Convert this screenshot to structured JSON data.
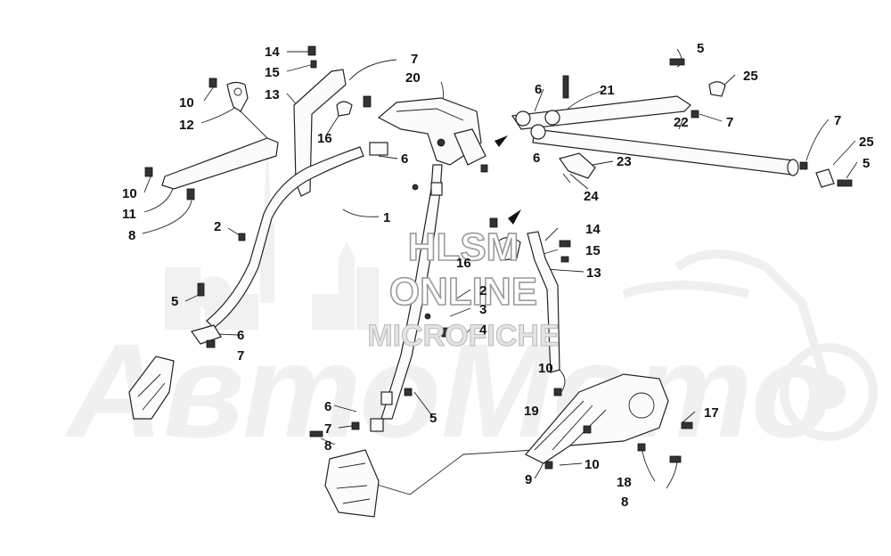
{
  "watermark": {
    "line1": "HLSM",
    "line2": "ONLINE",
    "line3": "MICROFICHE",
    "brand": "АвтоМото"
  },
  "callouts": [
    {
      "id": "c14a",
      "text": "14"
    },
    {
      "id": "c15a",
      "text": "15"
    },
    {
      "id": "c13a",
      "text": "13"
    },
    {
      "id": "c7a",
      "text": "7"
    },
    {
      "id": "c20",
      "text": "20"
    },
    {
      "id": "c10a",
      "text": "10"
    },
    {
      "id": "c12",
      "text": "12"
    },
    {
      "id": "c16a",
      "text": "16"
    },
    {
      "id": "c6a",
      "text": "6"
    },
    {
      "id": "c10b",
      "text": "10"
    },
    {
      "id": "c11",
      "text": "11"
    },
    {
      "id": "c8a",
      "text": "8"
    },
    {
      "id": "c1",
      "text": "1"
    },
    {
      "id": "c2a",
      "text": "2"
    },
    {
      "id": "c5a",
      "text": "5"
    },
    {
      "id": "c6b",
      "text": "6"
    },
    {
      "id": "c7b",
      "text": "7"
    },
    {
      "id": "c5b",
      "text": "5"
    },
    {
      "id": "c25a",
      "text": "25"
    },
    {
      "id": "c6c",
      "text": "6"
    },
    {
      "id": "c21",
      "text": "21"
    },
    {
      "id": "c22",
      "text": "22"
    },
    {
      "id": "c7c",
      "text": "7"
    },
    {
      "id": "c7d",
      "text": "7"
    },
    {
      "id": "c25b",
      "text": "25"
    },
    {
      "id": "c6d",
      "text": "6"
    },
    {
      "id": "c23",
      "text": "23"
    },
    {
      "id": "c5c",
      "text": "5"
    },
    {
      "id": "c24",
      "text": "24"
    },
    {
      "id": "c14b",
      "text": "14"
    },
    {
      "id": "c15b",
      "text": "15"
    },
    {
      "id": "c16b",
      "text": "16"
    },
    {
      "id": "c13b",
      "text": "13"
    },
    {
      "id": "c2b",
      "text": "2"
    },
    {
      "id": "c3",
      "text": "3"
    },
    {
      "id": "c4",
      "text": "4"
    },
    {
      "id": "c10c",
      "text": "10"
    },
    {
      "id": "c19",
      "text": "19"
    },
    {
      "id": "c17",
      "text": "17"
    },
    {
      "id": "c6e",
      "text": "6"
    },
    {
      "id": "c7e",
      "text": "7"
    },
    {
      "id": "c5d",
      "text": "5"
    },
    {
      "id": "c8b",
      "text": "8"
    },
    {
      "id": "c10d",
      "text": "10"
    },
    {
      "id": "c9",
      "text": "9"
    },
    {
      "id": "c18",
      "text": "18"
    },
    {
      "id": "c8c",
      "text": "8"
    }
  ]
}
